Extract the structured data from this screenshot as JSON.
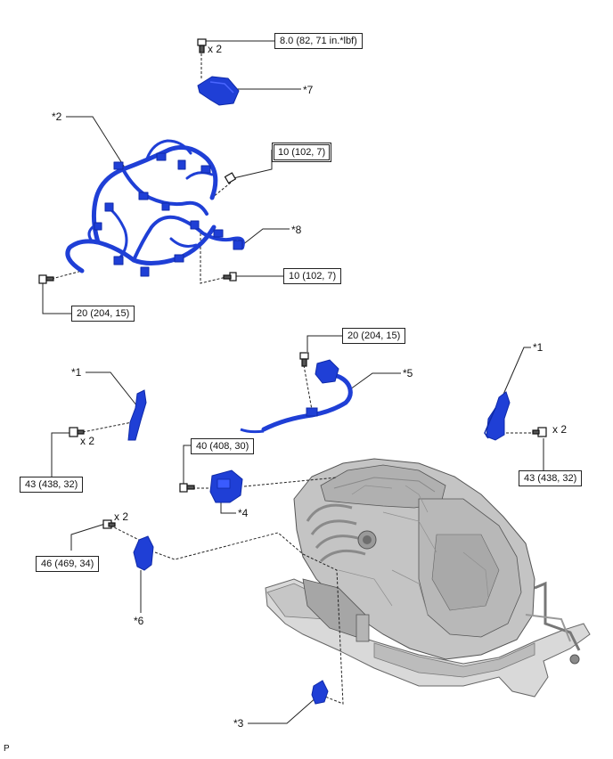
{
  "colors": {
    "part_blue": "#1f3fd6",
    "part_blue_dark": "#0f2aa8",
    "engine_gray": "#bdbdbd",
    "engine_dark": "#7a7a7a",
    "line": "#222222"
  },
  "torque": {
    "t_top": "8.0 (82, 71 in.*lbf)",
    "t_harness_upper": "10 (102, 7)",
    "t_harness_lower": "10 (102, 7)",
    "t_harness_left": "20 (204, 15)",
    "t_item5": "20 (204, 15)",
    "t_item4": "40 (408, 30)",
    "t_left_bracket": "43 (438, 32)",
    "t_right_bracket": "43 (438, 32)",
    "t_item6": "46 (469, 34)"
  },
  "quantity": {
    "q_top": "x 2",
    "q_left_bracket": "x 2",
    "q_right_bracket": "x 2",
    "q_item6": "x 2"
  },
  "parts": {
    "p7": "*7",
    "p2": "*2",
    "p8": "*8",
    "p1_left": "*1",
    "p1_right": "*1",
    "p5": "*5",
    "p4": "*4",
    "p6": "*6",
    "p3": "*3"
  },
  "corner_label": "P"
}
